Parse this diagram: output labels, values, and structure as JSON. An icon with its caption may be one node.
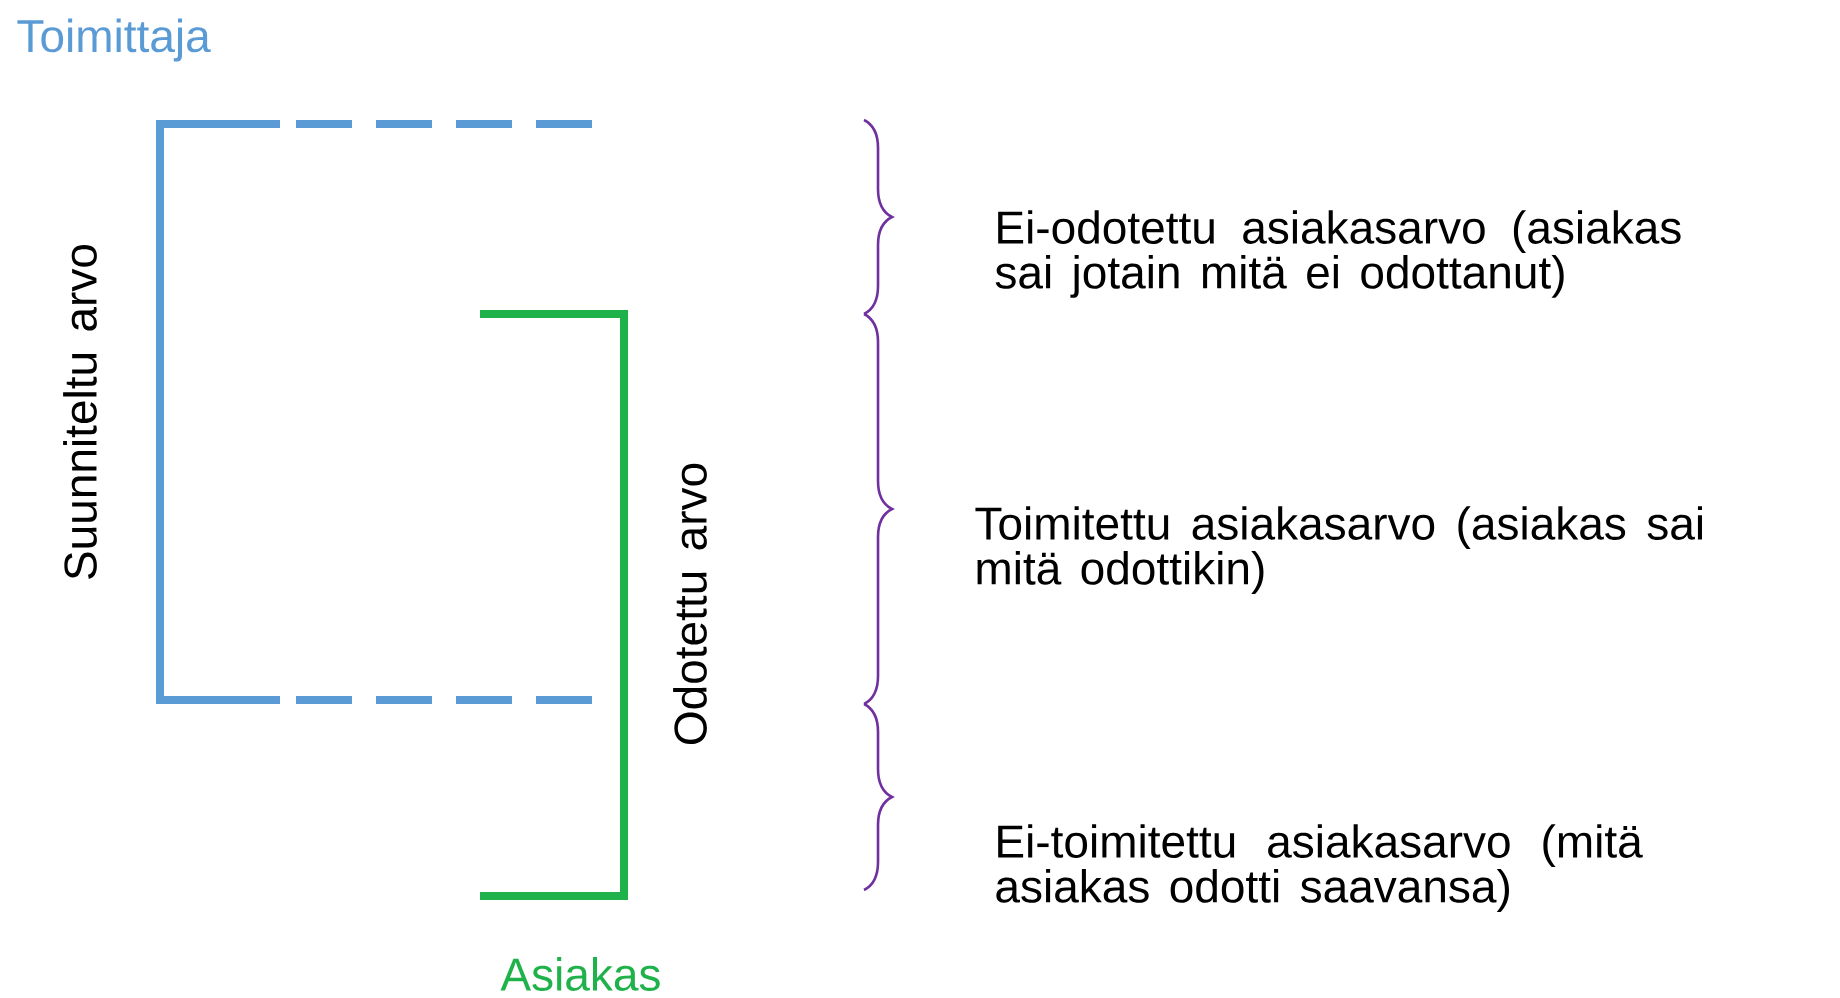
{
  "diagram": {
    "labels": [
      "Toimittaja",
      "Suunniteltu arvo",
      "Odotettu arvo",
      "Asiakas",
      "Ei-odotettu asiakasarvo (asiakas sai jotain mitä ei odottanut)",
      "Toimitettu asiakasarvo (asiakas sai mitä odottikin)",
      "Ei-toimitettu asiakasarvo (mitä asiakas odotti saavansa)"
    ]
  }
}
